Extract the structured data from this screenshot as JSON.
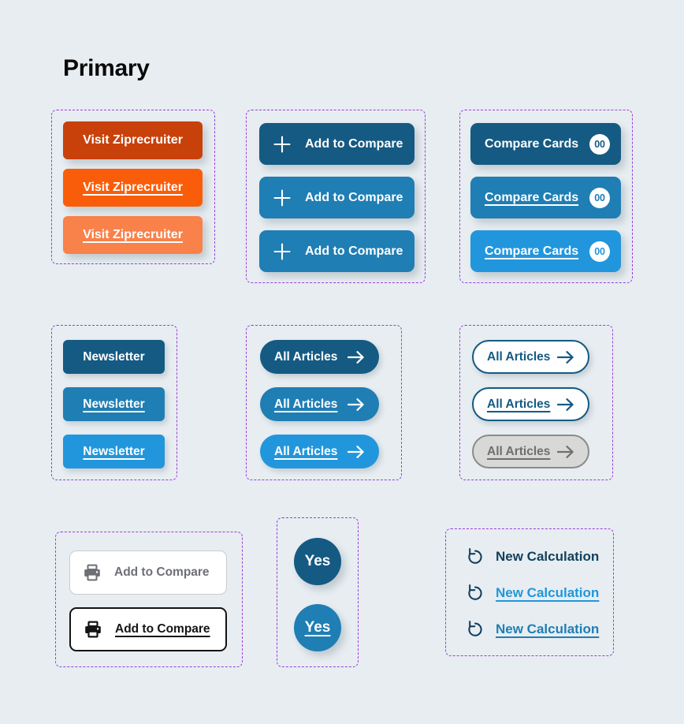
{
  "page": {
    "title": "Primary",
    "background": "#e7edf1",
    "annotation_border_color": "#9a3fd8"
  },
  "palette": {
    "orange_dark": "#c8410b",
    "orange_base": "#fa5d0a",
    "orange_light": "#f9814a",
    "blue_dark": "#155a83",
    "blue_base": "#1f7eb4",
    "blue_light": "#2196dc",
    "disabled_grey": "#d8d8d6",
    "white": "#ffffff"
  },
  "groups": {
    "ziprecruiter": {
      "name": "visit-ziprecruiter-group",
      "buttons": [
        {
          "label": "Visit Ziprecruiter",
          "state": "default",
          "color": "#c8410b",
          "underline": false
        },
        {
          "label": "Visit Ziprecruiter",
          "state": "hover",
          "color": "#fa5d0a",
          "underline": true
        },
        {
          "label": "Visit Ziprecruiter",
          "state": "active",
          "color": "#f9814a",
          "underline": true
        }
      ]
    },
    "add_to_compare": {
      "name": "add-to-compare-group",
      "icon": "plus-icon",
      "buttons": [
        {
          "label": "Add to Compare",
          "state": "default",
          "color": "#155a83",
          "underline": false
        },
        {
          "label": "Add to Compare",
          "state": "hover",
          "color": "#1f7eb4",
          "underline": false
        },
        {
          "label": "Add to Compare",
          "state": "active",
          "color": "#1f7eb4",
          "underline": false
        }
      ]
    },
    "compare_cards": {
      "name": "compare-cards-group",
      "badge_value": "00",
      "buttons": [
        {
          "label": "Compare Cards",
          "state": "default",
          "color": "#155a83",
          "underline": false,
          "badge": "00"
        },
        {
          "label": "Compare Cards",
          "state": "hover",
          "color": "#1f7eb4",
          "underline": true,
          "badge": "00"
        },
        {
          "label": "Compare Cards",
          "state": "active",
          "color": "#2196dc",
          "underline": true,
          "badge": "00"
        }
      ]
    },
    "newsletter": {
      "name": "newsletter-group",
      "buttons": [
        {
          "label": "Newsletter",
          "state": "default",
          "color": "#155a83",
          "underline": false
        },
        {
          "label": "Newsletter",
          "state": "hover",
          "color": "#1f7eb4",
          "underline": true
        },
        {
          "label": "Newsletter",
          "state": "active",
          "color": "#2196dc",
          "underline": true
        }
      ]
    },
    "all_articles_filled": {
      "name": "all-articles-filled-group",
      "icon": "arrow-right-icon",
      "buttons": [
        {
          "label": "All Articles",
          "state": "default",
          "color": "#155a83",
          "underline": false
        },
        {
          "label": "All Articles",
          "state": "hover",
          "color": "#1f7eb4",
          "underline": true
        },
        {
          "label": "All Articles",
          "state": "active",
          "color": "#2196dc",
          "underline": true
        }
      ]
    },
    "all_articles_outline": {
      "name": "all-articles-outline-group",
      "icon": "arrow-right-icon",
      "buttons": [
        {
          "label": "All Articles",
          "state": "default",
          "color": "#155a83",
          "underline": false
        },
        {
          "label": "All Articles",
          "state": "hover",
          "color": "#155a83",
          "underline": true
        },
        {
          "label": "All Articles",
          "state": "disabled",
          "color": "#6f6f6f",
          "underline": true
        }
      ]
    },
    "print_compare": {
      "name": "print-add-to-compare-group",
      "icon": "printer-icon",
      "buttons": [
        {
          "label": "Add to Compare",
          "state": "default",
          "underline": false
        },
        {
          "label": "Add to Compare",
          "state": "hover",
          "underline": true
        }
      ]
    },
    "yes": {
      "name": "yes-circle-group",
      "buttons": [
        {
          "label": "Yes",
          "state": "default",
          "color": "#155a83",
          "underline": false
        },
        {
          "label": "Yes",
          "state": "hover",
          "color": "#1f7eb4",
          "underline": true
        }
      ]
    },
    "new_calculation": {
      "name": "new-calculation-group",
      "icon": "reset-icon",
      "links": [
        {
          "label": "New Calculation",
          "state": "default",
          "color": "#13405e",
          "underline": false
        },
        {
          "label": "New Calculation",
          "state": "hover",
          "color": "#2196dc",
          "underline": true
        },
        {
          "label": "New Calculation",
          "state": "active",
          "color": "#1f7eb4",
          "underline": true
        }
      ]
    }
  }
}
